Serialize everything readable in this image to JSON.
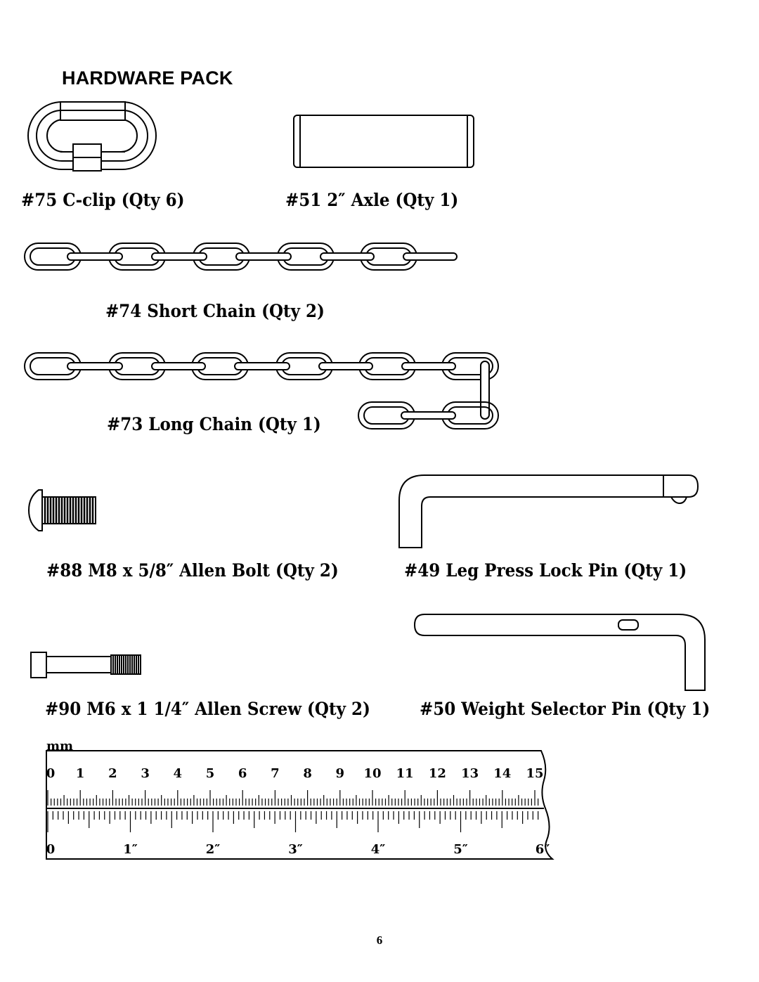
{
  "page": {
    "title": "HARDWARE PACK",
    "page_number": "6"
  },
  "parts": {
    "c_clip": "#75 C-clip (Qty 6)",
    "axle": "#51 2″ Axle (Qty 1)",
    "short_chain": "#74 Short Chain (Qty 2)",
    "long_chain": "#73 Long Chain (Qty 1)",
    "allen_bolt": "#88 M8 x 5/8″ Allen Bolt (Qty 2)",
    "lock_pin": "#49 Leg Press Lock Pin (Qty 1)",
    "allen_screw": "#90 M6 x 1 1/4″ Allen Screw (Qty 2)",
    "selector_pin": "#50 Weight Selector Pin (Qty 1)"
  },
  "ruler": {
    "unit_label": "mm",
    "mm_labels": [
      "0",
      "1",
      "2",
      "3",
      "4",
      "5",
      "6",
      "7",
      "8",
      "9",
      "10",
      "11",
      "12",
      "13",
      "14",
      "15"
    ],
    "inch_labels": [
      "0",
      "1″",
      "2″",
      "3″",
      "4″",
      "5″",
      "6″"
    ]
  },
  "icons": [
    "c-clip-icon",
    "axle-icon",
    "short-chain-icon",
    "long-chain-icon",
    "allen-bolt-icon",
    "lock-pin-icon",
    "allen-screw-icon",
    "selector-pin-icon",
    "ruler-icon"
  ]
}
